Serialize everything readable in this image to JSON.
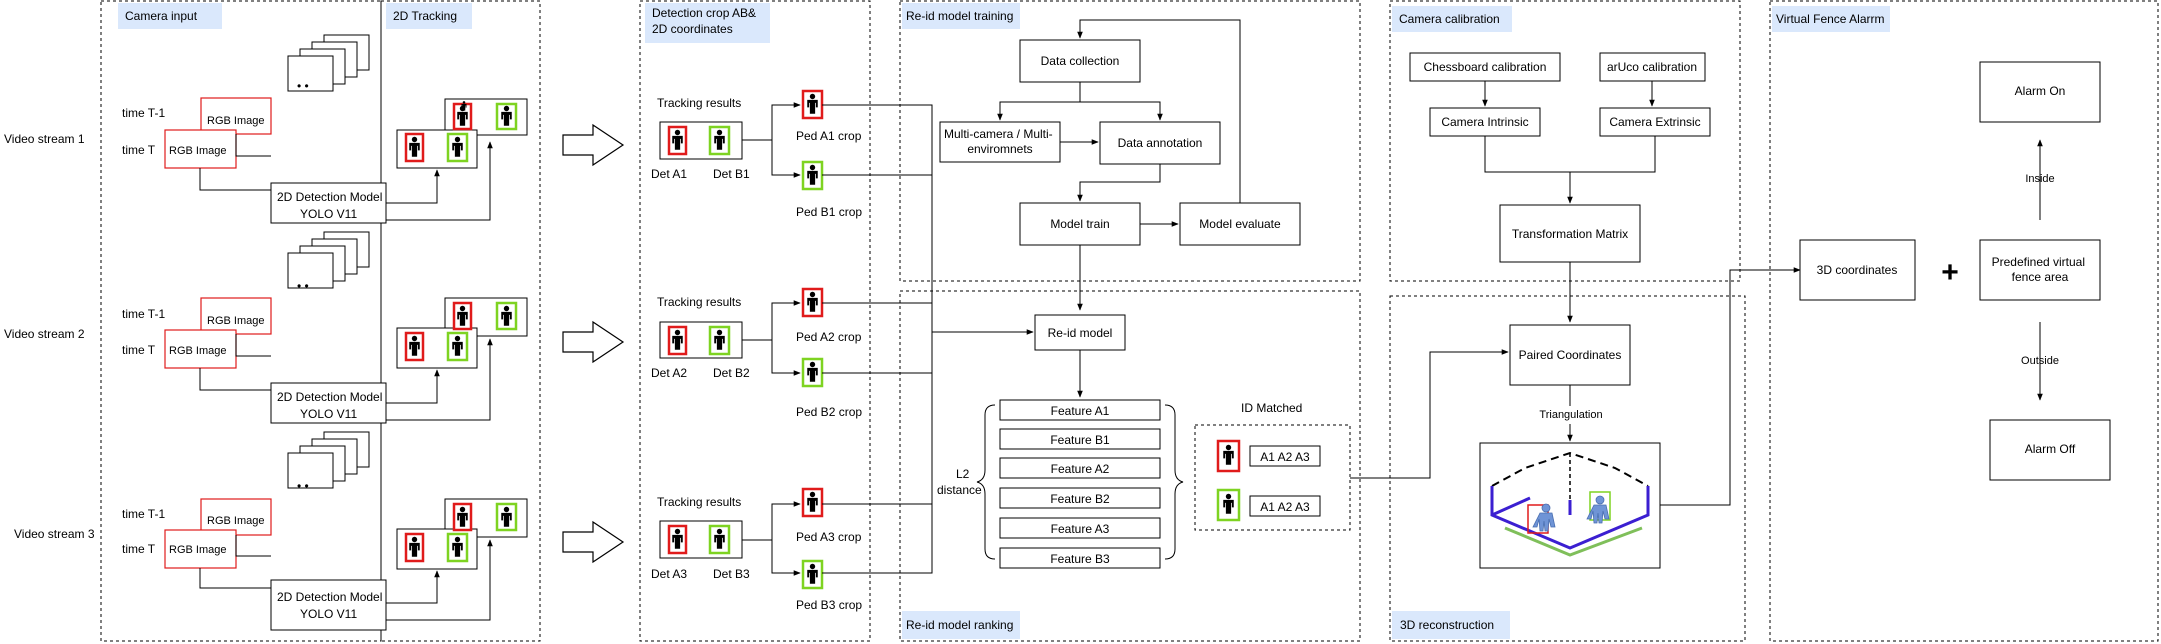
{
  "panels": {
    "camera_input": "Camera input",
    "tracking_2d": "2D Tracking",
    "detection_crop": "Detection crop AB&\n2D coordinates",
    "reid_training": "Re-id model training",
    "reid_ranking": "Re-id model ranking",
    "camera_calibration": "Camera calibration",
    "reconstruction_3d": "3D reconstruction",
    "virtual_fence": "Virtual Fence Alarrm"
  },
  "streams": [
    {
      "label": "Video stream 1",
      "det_a": "Det A1",
      "det_b": "Det B1",
      "ped_a": "Ped A1 crop",
      "ped_b": "Ped B1 crop"
    },
    {
      "label": "Video stream 2",
      "det_a": "Det A2",
      "det_b": "Det B2",
      "ped_a": "Ped A2 crop",
      "ped_b": "Ped B2 crop"
    },
    {
      "label": "Video stream 3",
      "det_a": "Det A3",
      "det_b": "Det B3",
      "ped_a": "Ped A3 crop",
      "ped_b": "Ped B3 crop"
    }
  ],
  "camera": {
    "time_prev": "time T-1",
    "time_now": "time T",
    "rgb_image": "RGB Image",
    "detector_line1": "2D Detection Model",
    "detector_line2": "YOLO V11",
    "ellipsis": "•  •"
  },
  "tracking_results": "Tracking results",
  "training": {
    "data_collection": "Data collection",
    "multi_camera": "Multi-camera / Multi-\nenviromnets",
    "data_annotation": "Data annotation",
    "model_train": "Model train",
    "model_evaluate": "Model evaluate"
  },
  "ranking": {
    "reid_model": "Re-id model",
    "features": [
      "Feature A1",
      "Feature B1",
      "Feature A2",
      "Feature B2",
      "Feature A3",
      "Feature B3"
    ],
    "l2_distance": "L2\ndistance",
    "id_matched": "ID Matched",
    "match_values": [
      "A1 A2 A3",
      "A1 A2 A3"
    ]
  },
  "calibration": {
    "chessboard": "Chessboard calibration",
    "aruco": "arUco calibration",
    "intrinsic": "Camera Intrinsic",
    "extrinsic": "Camera Extrinsic",
    "transformation": "Transformation Matrix"
  },
  "reconstruction": {
    "paired": "Paired Coordinates",
    "triangulation": "Triangulation"
  },
  "fence": {
    "coords_3d": "3D coordinates",
    "plus": "+",
    "predefined": "Predefined virtual\nfence area",
    "inside": "Inside",
    "outside": "Outside",
    "alarm_on": "Alarm On",
    "alarm_off": "Alarm Off"
  },
  "colors": {
    "header_fill": "#dae8fc",
    "red_outline": "#e01b1b",
    "green_outline": "#7ed321",
    "floor_purple": "#3b1fd1",
    "floor_green": "#7fbf5a",
    "person_blue": "#6f94d6"
  }
}
